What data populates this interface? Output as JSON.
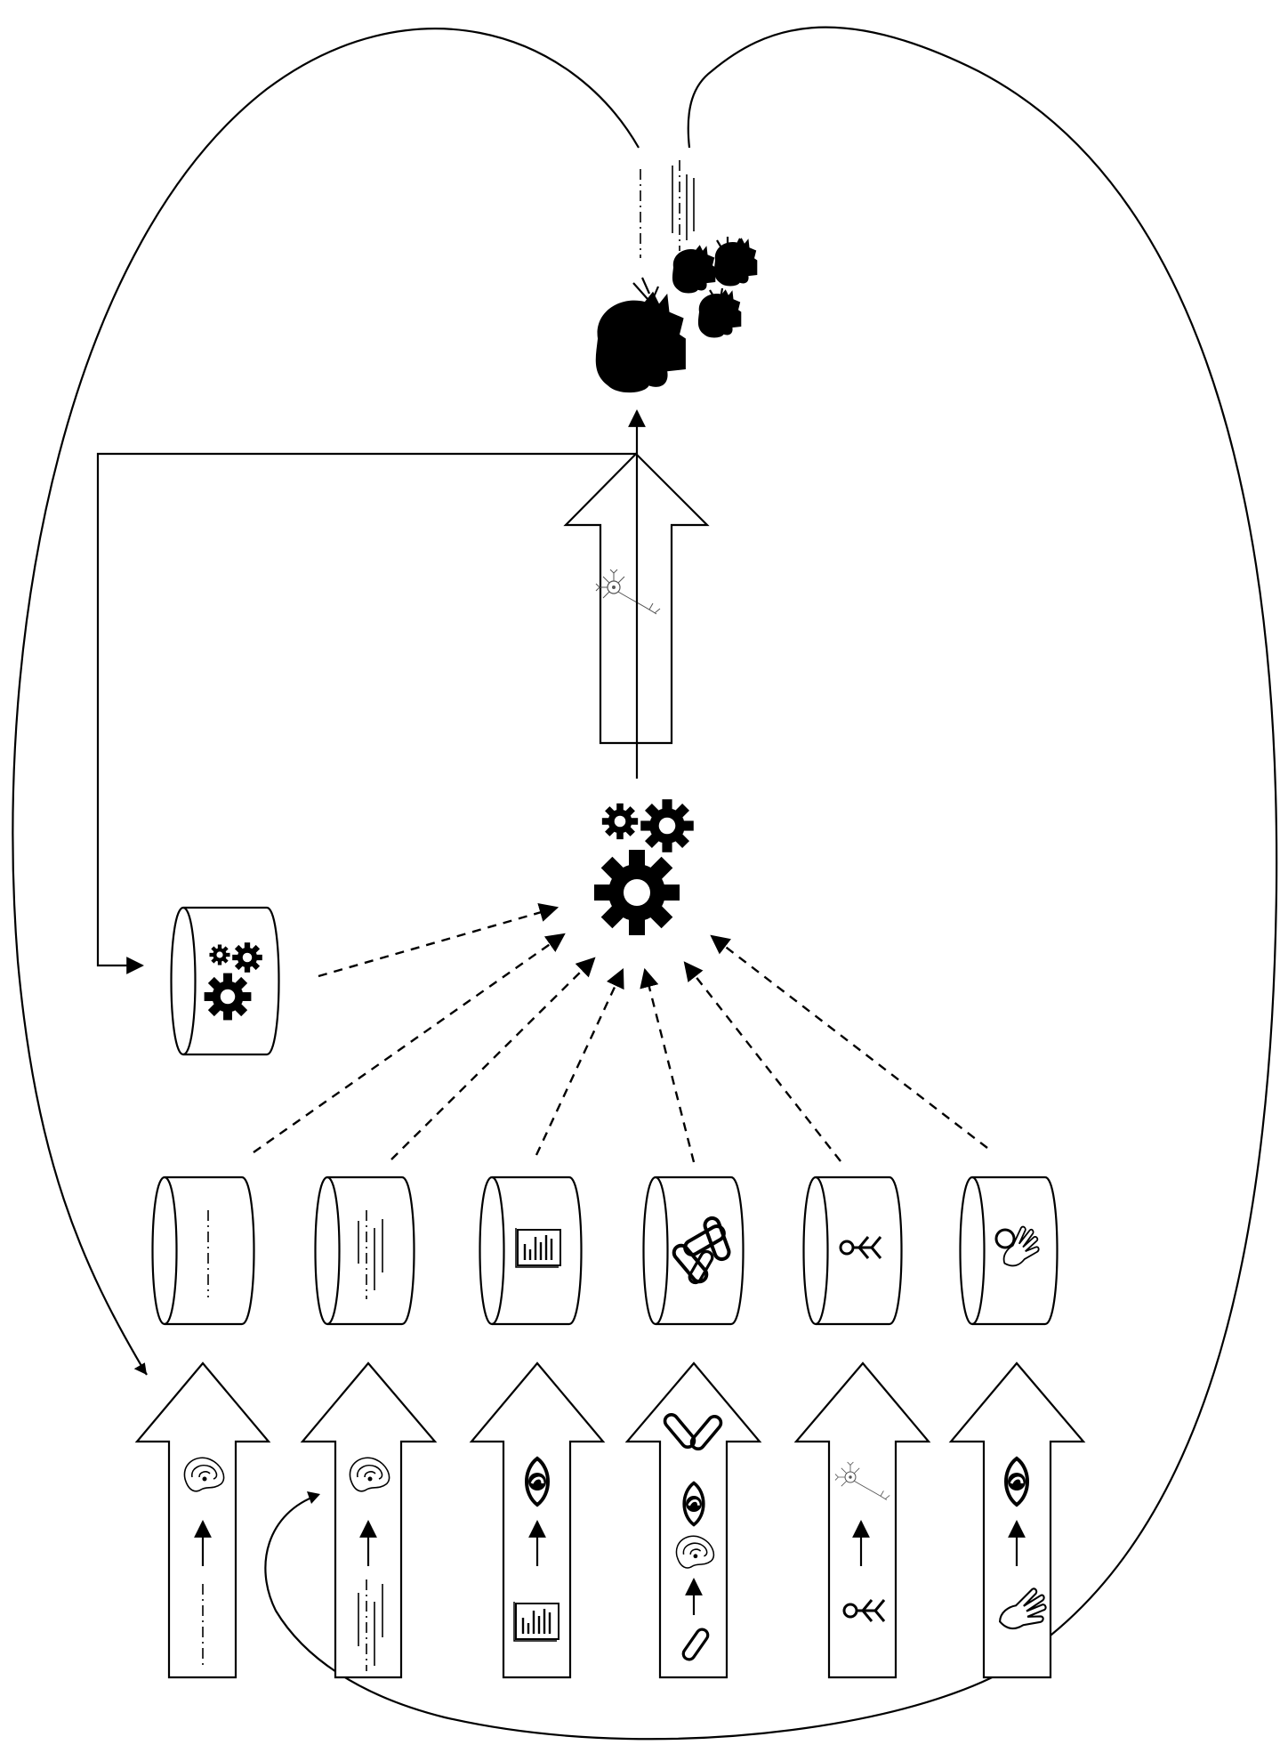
{
  "diagram": {
    "type": "sensory-processing-feedback-loop",
    "colors": {
      "stroke": "#000000",
      "background": "#ffffff"
    },
    "icons": {
      "hub": "gears-icon",
      "store": "gears-database-icon",
      "output": "heads-with-thoughts-icon",
      "neuron": "neuron-icon"
    },
    "streams": [
      {
        "name": "hearing-dashdot",
        "store_icon": "dashdot-signal-icon",
        "input_icon": "dashdot-signal-icon",
        "sense_icon": "ear-icon"
      },
      {
        "name": "hearing-multiline",
        "store_icon": "multiline-signal-icon",
        "input_icon": "multiline-signal-icon",
        "sense_icon": "ear-icon"
      },
      {
        "name": "vision-document",
        "store_icon": "barcode-document-icon",
        "input_icon": "barcode-document-icon",
        "sense_icon": "eye-icon"
      },
      {
        "name": "multimodal-links",
        "store_icon": "chain-links-icon",
        "input_icon": "link-icon",
        "sense_icon": "eye-ear-links-icon"
      },
      {
        "name": "motion",
        "store_icon": "stick-figure-icon",
        "input_icon": "stick-figure-icon",
        "sense_icon": "neuron-icon"
      },
      {
        "name": "touch-vision",
        "store_icon": "hand-eye-icon",
        "input_icon": "hand-icon",
        "sense_icon": "eye-icon"
      }
    ]
  }
}
